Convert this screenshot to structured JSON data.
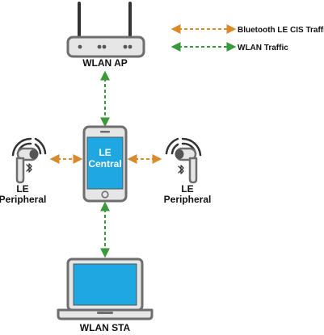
{
  "legend": {
    "bt_label": "Bluetooth LE CIS Traffic",
    "wlan_label": "WLAN Traffic"
  },
  "nodes": {
    "ap_label": "WLAN AP",
    "central_label_line1": "LE",
    "central_label_line2": "Central",
    "left_peripheral_line1": "LE",
    "left_peripheral_line2": "Peripheral",
    "right_peripheral_line1": "LE",
    "right_peripheral_line2": "Peripheral",
    "sta_label": "WLAN STA"
  },
  "colors": {
    "bt_traffic": "#D98A2B",
    "wlan_traffic": "#3A9A3A",
    "screen": "#1EA7E1",
    "device_gray": "#6E6E6E",
    "device_light": "#E6E6E6"
  },
  "icons": {
    "router": "router-icon",
    "phone": "smartphone-icon",
    "earbud": "earbud-icon",
    "bluetooth": "bluetooth-icon",
    "laptop": "laptop-icon"
  }
}
